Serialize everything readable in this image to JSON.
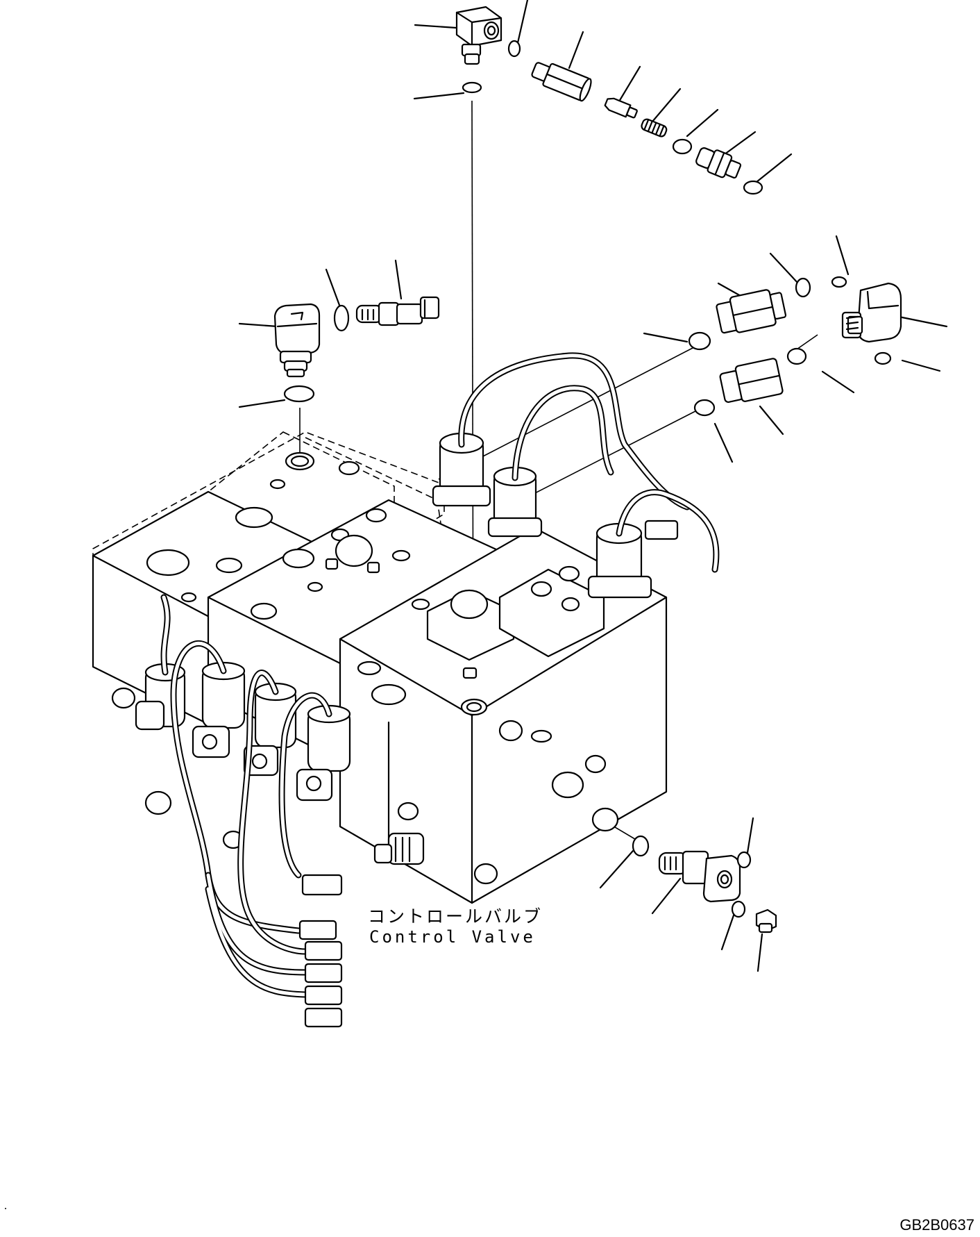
{
  "labels": {
    "component_jp": "コントロールバルブ",
    "component_en": "Control Valve",
    "drawing_code": "GB2B0637"
  }
}
